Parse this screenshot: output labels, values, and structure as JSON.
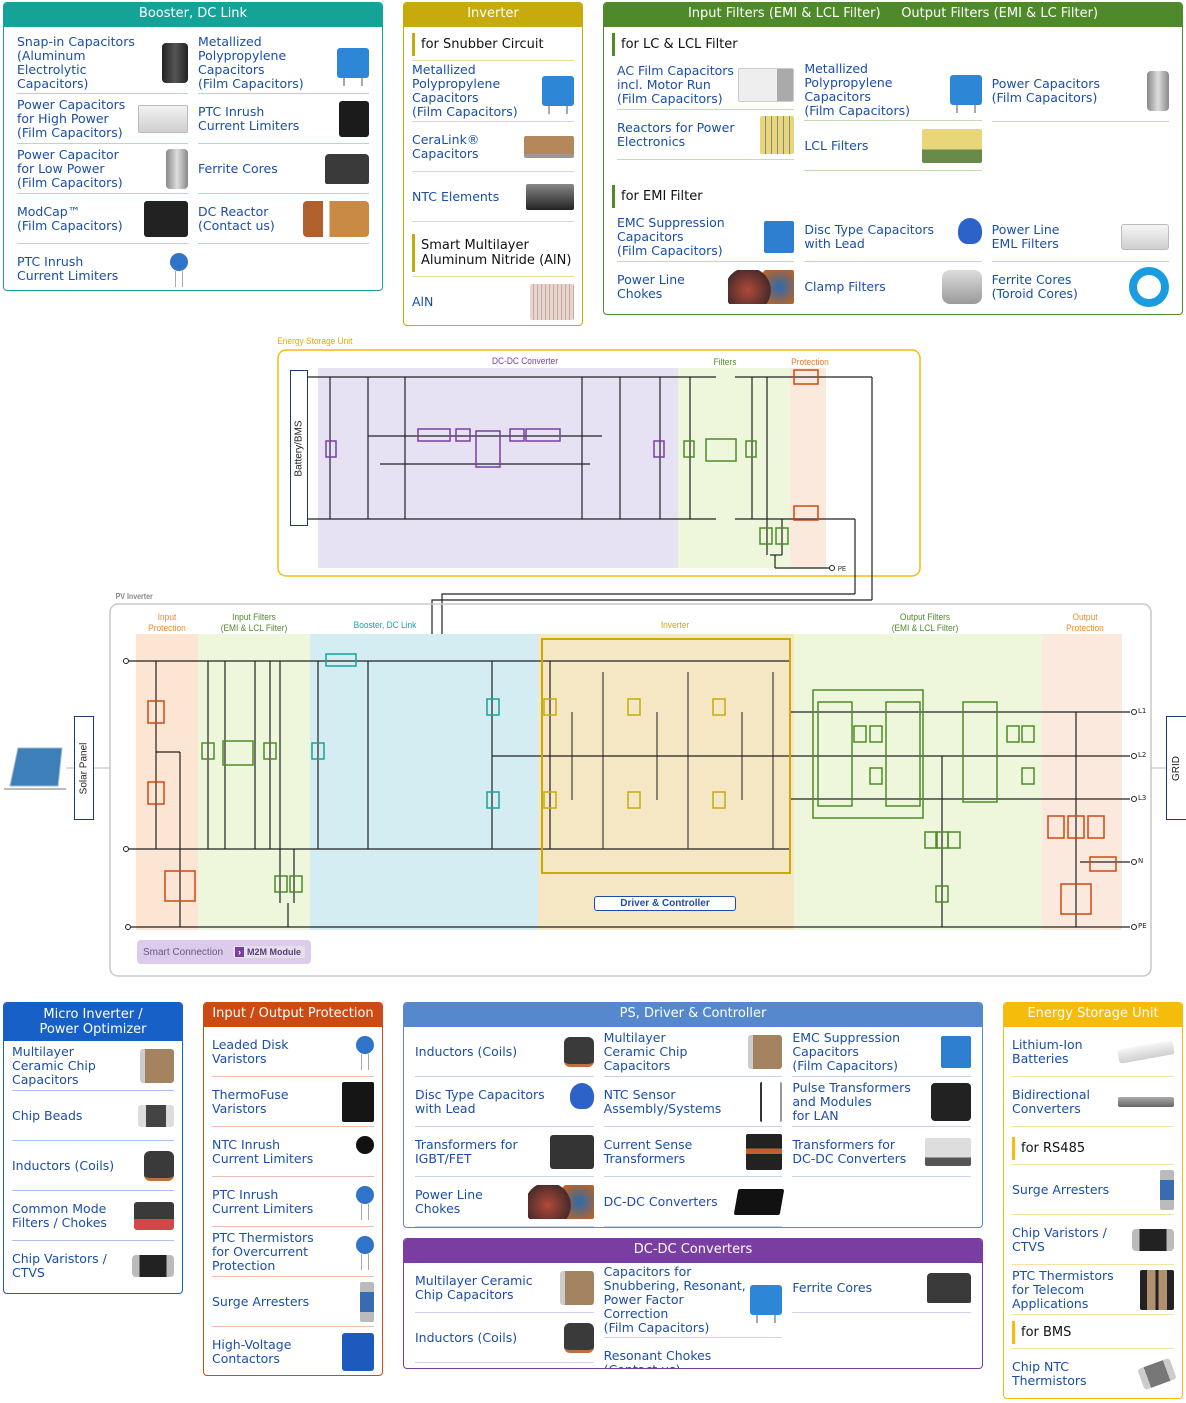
{
  "colors": {
    "booster": "#15a398",
    "inverter": "#c7aa0c",
    "filters": "#4f8a2a",
    "micro": "#1660c8",
    "protection": "#cc4a13",
    "driver": "#5588cc",
    "dcdc": "#7a3ea3",
    "storage": "#f5bc0b"
  },
  "panels": {
    "booster": {
      "title": "Booster, DC Link",
      "left": [
        {
          "label": "Snap-in Capacitors\n(Aluminum\nElectrolytic Capacitors)",
          "icon": "electrolytic-capacitor-icon"
        },
        {
          "label": "Power Capacitors\nfor High Power\n(Film Capacitors)",
          "icon": "power-capacitor-box-icon"
        },
        {
          "label": "Power Capacitor\nfor Low Power\n(Film Capacitors)",
          "icon": "can-capacitor-icon"
        },
        {
          "label": "ModCap™\n(Film Capacitors)",
          "icon": "modcap-icon"
        },
        {
          "label": "PTC Inrush\nCurrent Limiters",
          "icon": "disc-thermistor-icon"
        }
      ],
      "right": [
        {
          "label": "Metallized\nPolypropylene\nCapacitors\n(Film Capacitors)",
          "icon": "film-capacitor-icon"
        },
        {
          "label": "PTC Inrush\nCurrent Limiters",
          "icon": "black-ptc-icon"
        },
        {
          "label": "Ferrite Cores",
          "icon": "ferrite-core-icon"
        },
        {
          "label": "DC Reactor\n(Contact us)",
          "icon": "dc-reactor-icon"
        }
      ]
    },
    "inverter": {
      "title": "Inverter",
      "sub1": "for Snubber Circuit",
      "items1": [
        {
          "label": "Metallized\nPolypropylene\nCapacitors\n(Film Capacitors)",
          "icon": "film-capacitor-icon"
        },
        {
          "label": "CeraLink®\nCapacitors",
          "icon": "ceralink-icon"
        },
        {
          "label": "NTC Elements",
          "icon": "ntc-element-icon"
        }
      ],
      "sub2": "Smart Multilayer\nAluminum Nitride (AlN)",
      "items2": [
        {
          "label": "AlN",
          "icon": "aln-icon"
        }
      ]
    },
    "filters": {
      "title": "Input Filters (EMI & LCL Filter)     Output Filters (EMI & LC Filter)",
      "sub1": "for LC & LCL Filter",
      "lc": [
        [
          {
            "label": "AC Film Capacitors\n incl. Motor Run\n(Film Capacitors)",
            "icon": "ac-film-capacitor-icon"
          },
          {
            "label": "Reactors for Power\nElectronics",
            "icon": "reactor-icon"
          }
        ],
        [
          {
            "label": "Metallized\nPolypropylene\nCapacitors\n(Film Capacitors)",
            "icon": "film-capacitor-icon"
          },
          {
            "label": "LCL Filters",
            "icon": "lcl-filter-icon"
          }
        ],
        [
          {
            "label": "Power Capacitors\n(Film Capacitors)",
            "icon": "can-capacitor-icon"
          }
        ]
      ],
      "sub2": "for EMI Filter",
      "emi": [
        [
          {
            "label": "EMC Suppression\nCapacitors\n(Film Capacitors)",
            "icon": "emc-capacitor-icon"
          },
          {
            "label": "Power Line\nChokes",
            "icon": "power-line-choke-icon"
          }
        ],
        [
          {
            "label": "Disc Type Capacitors\nwith Lead",
            "icon": "disc-capacitor-icon"
          },
          {
            "label": "Clamp Filters",
            "icon": "clamp-filter-icon"
          }
        ],
        [
          {
            "label": "Power Line\nEML Filters",
            "icon": "eml-filter-icon"
          },
          {
            "label": "Ferrite Cores\n(Toroid Cores)",
            "icon": "toroid-core-icon"
          }
        ]
      ]
    },
    "micro": {
      "title": "Micro Inverter /\nPower Optimizer",
      "items": [
        {
          "label": "Multilayer\nCeramic Chip\nCapacitors",
          "icon": "mlcc-icon"
        },
        {
          "label": "Chip Beads",
          "icon": "chip-bead-icon"
        },
        {
          "label": "Inductors (Coils)",
          "icon": "inductor-icon"
        },
        {
          "label": "Common Mode\nFilters / Chokes",
          "icon": "common-mode-filter-icon"
        },
        {
          "label": "Chip Varistors /\nCTVS",
          "icon": "chip-varistor-icon"
        }
      ]
    },
    "protection": {
      "title": "Input / Output Protection",
      "items": [
        {
          "label": "Leaded Disk\nVaristors",
          "icon": "disk-varistor-icon"
        },
        {
          "label": "ThermoFuse\nVaristors",
          "icon": "thermofuse-icon"
        },
        {
          "label": "NTC Inrush\nCurrent Limiters",
          "icon": "ntc-disc-icon"
        },
        {
          "label": "PTC Inrush\nCurrent Limiters",
          "icon": "disc-thermistor-icon"
        },
        {
          "label": "PTC Thermistors\nfor Overcurrent\nProtection",
          "icon": "disc-thermistor-icon"
        },
        {
          "label": "Surge Arresters",
          "icon": "surge-arrester-icon"
        },
        {
          "label": "High-Voltage\nContactors",
          "icon": "hv-contactor-icon"
        }
      ]
    },
    "driver": {
      "title": "PS, Driver & Controller",
      "cols": [
        [
          {
            "label": "Inductors (Coils)",
            "icon": "inductor-icon"
          },
          {
            "label": "Disc Type Capacitors\nwith Lead",
            "icon": "disc-capacitor-icon"
          },
          {
            "label": "Transformers for\nIGBT/FET",
            "icon": "igbt-transformer-icon"
          },
          {
            "label": "Power Line Chokes",
            "icon": "power-line-choke-icon"
          }
        ],
        [
          {
            "label": "Multilayer\nCeramic Chip\nCapacitors",
            "icon": "mlcc-icon"
          },
          {
            "label": "NTC Sensor\nAssembly/Systems",
            "icon": "ntc-sensor-icon"
          },
          {
            "label": "Current Sense\nTransformers",
            "icon": "current-sense-transformer-icon"
          },
          {
            "label": "DC-DC Converters",
            "icon": "dcdc-module-icon"
          }
        ],
        [
          {
            "label": "EMC Suppression\nCapacitors\n(Film Capacitors)",
            "icon": "emc-capacitor-icon"
          },
          {
            "label": "Pulse Transformers\nand Modules\nfor LAN",
            "icon": "pulse-transformer-icon"
          },
          {
            "label": "Transformers for\nDC-DC Converters",
            "icon": "dcdc-transformer-icon"
          }
        ]
      ]
    },
    "dcdc": {
      "title": "DC-DC Converters",
      "cols": [
        [
          {
            "label": "Multilayer Ceramic\nChip Capacitors",
            "icon": "mlcc-icon"
          },
          {
            "label": "Inductors (Coils)",
            "icon": "inductor-icon"
          }
        ],
        [
          {
            "label": "Capacitors for\nSnubbering, Resonant,\nPower Factor Correction\n(Film Capacitors)",
            "icon": "film-capacitor-icon"
          },
          {
            "label": "Resonant Chokes\n(Contact us)",
            "icon": ""
          }
        ],
        [
          {
            "label": "Ferrite Cores",
            "icon": "ferrite-core-icon"
          }
        ]
      ]
    },
    "storage": {
      "title": "Energy Storage Unit",
      "items1": [
        {
          "label": "Lithium-Ion\nBatteries",
          "icon": "li-ion-battery-icon"
        },
        {
          "label": "Bidirectional\nConverters",
          "icon": "bidirectional-converter-icon"
        }
      ],
      "sub1": "for RS485",
      "items2": [
        {
          "label": "Surge Arresters",
          "icon": "surge-arrester-icon"
        },
        {
          "label": "Chip Varistors /\nCTVS",
          "icon": "chip-varistor-icon"
        },
        {
          "label": "PTC Thermistors\nfor Telecom\nApplications",
          "icon": "ptc-telecom-icon"
        }
      ],
      "sub2": "for BMS",
      "items3": [
        {
          "label": "Chip NTC\nThermistors",
          "icon": "chip-ntc-icon"
        }
      ]
    }
  },
  "diagram": {
    "ess_title": "Energy Storage Unit",
    "ess_dcdc": "DC-DC Converter",
    "ess_filters": "Filters",
    "ess_protection": "Protection",
    "battery": "Battery/BMS",
    "pe": "PE",
    "pv_title": "PV Inverter",
    "solar_panel": "Solar Panel",
    "grid": "GRID",
    "input_protection": "Input\nProtection",
    "input_filters": "Input Filters\n(EMI & LCL Filter)",
    "booster": "Booster, DC Link",
    "inverter": "Inverter",
    "output_filters": "Output Filters\n(EMI & LCL Filter)",
    "output_protection": "Output\nProtection",
    "driver_controller": "Driver & Controller",
    "smart_connection": "Smart Connection",
    "m2m_module": "M2M Module",
    "terminals": [
      "L1",
      "L2",
      "L3",
      "N",
      "PE"
    ]
  }
}
